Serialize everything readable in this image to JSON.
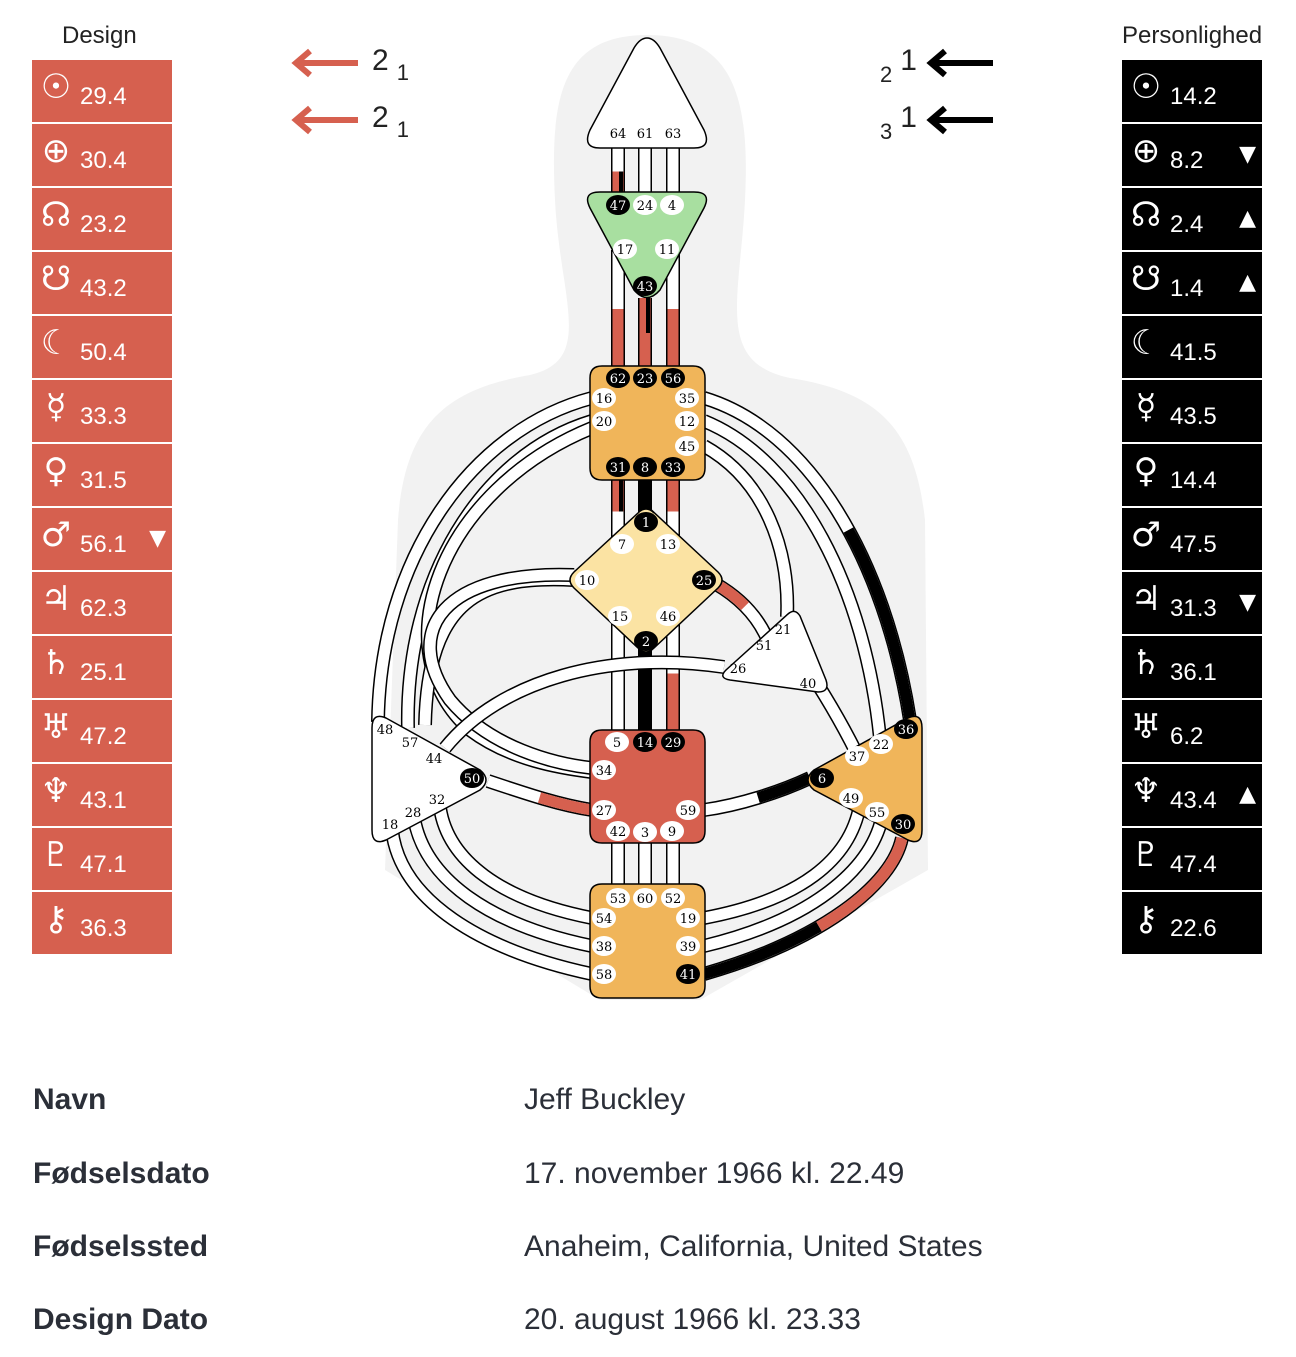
{
  "design": {
    "title": "Design",
    "color": "#d6604f",
    "rows": [
      {
        "planet": "sun-icon",
        "symbol": "☉",
        "value": "29.4",
        "mark": ""
      },
      {
        "planet": "earth-icon",
        "symbol": "⊕",
        "value": "30.4",
        "mark": ""
      },
      {
        "planet": "north-node-icon",
        "symbol": "☊",
        "value": "23.2",
        "mark": ""
      },
      {
        "planet": "south-node-icon",
        "symbol": "☋",
        "value": "43.2",
        "mark": ""
      },
      {
        "planet": "moon-icon",
        "symbol": "☾",
        "value": "50.4",
        "mark": ""
      },
      {
        "planet": "mercury-icon",
        "symbol": "☿",
        "value": "33.3",
        "mark": ""
      },
      {
        "planet": "venus-icon",
        "symbol": "♀",
        "value": "31.5",
        "mark": ""
      },
      {
        "planet": "mars-icon",
        "symbol": "♂",
        "value": "56.1",
        "mark": "▼"
      },
      {
        "planet": "jupiter-icon",
        "symbol": "♃",
        "value": "62.3",
        "mark": ""
      },
      {
        "planet": "saturn-icon",
        "symbol": "♄",
        "value": "25.1",
        "mark": ""
      },
      {
        "planet": "uranus-icon",
        "symbol": "♅",
        "value": "47.2",
        "mark": ""
      },
      {
        "planet": "neptune-icon",
        "symbol": "♆",
        "value": "43.1",
        "mark": ""
      },
      {
        "planet": "pluto-icon",
        "symbol": "♇",
        "value": "47.1",
        "mark": ""
      },
      {
        "planet": "chiron-icon",
        "symbol": "⚷",
        "value": "36.3",
        "mark": ""
      }
    ]
  },
  "personality": {
    "title": "Personlighed",
    "color": "#000000",
    "rows": [
      {
        "planet": "sun-icon",
        "symbol": "☉",
        "value": "14.2",
        "mark": ""
      },
      {
        "planet": "earth-icon",
        "symbol": "⊕",
        "value": "8.2",
        "mark": "▼"
      },
      {
        "planet": "north-node-icon",
        "symbol": "☊",
        "value": "2.4",
        "mark": "▲"
      },
      {
        "planet": "south-node-icon",
        "symbol": "☋",
        "value": "1.4",
        "mark": "▲"
      },
      {
        "planet": "moon-icon",
        "symbol": "☾",
        "value": "41.5",
        "mark": ""
      },
      {
        "planet": "mercury-icon",
        "symbol": "☿",
        "value": "43.5",
        "mark": ""
      },
      {
        "planet": "venus-icon",
        "symbol": "♀",
        "value": "14.4",
        "mark": ""
      },
      {
        "planet": "mars-icon",
        "symbol": "♂",
        "value": "47.5",
        "mark": ""
      },
      {
        "planet": "jupiter-icon",
        "symbol": "♃",
        "value": "31.3",
        "mark": "▼"
      },
      {
        "planet": "saturn-icon",
        "symbol": "♄",
        "value": "36.1",
        "mark": ""
      },
      {
        "planet": "uranus-icon",
        "symbol": "♅",
        "value": "6.2",
        "mark": ""
      },
      {
        "planet": "neptune-icon",
        "symbol": "♆",
        "value": "43.4",
        "mark": "▲"
      },
      {
        "planet": "pluto-icon",
        "symbol": "♇",
        "value": "47.4",
        "mark": ""
      },
      {
        "planet": "chiron-icon",
        "symbol": "⚷",
        "value": "22.6",
        "mark": ""
      }
    ]
  },
  "arrows": {
    "design_top": {
      "big": "2",
      "small": "1"
    },
    "design_bottom": {
      "big": "2",
      "small": "1"
    },
    "pers_top": {
      "small": "2",
      "big": "1"
    },
    "pers_bottom": {
      "small": "3",
      "big": "1"
    }
  },
  "colors": {
    "design": "#d6604f",
    "personality": "#000000",
    "body": "#f2f2f2",
    "orange": "#f0b55a",
    "green": "#a8dfa0",
    "g": "#fbe3a3",
    "sacral": "#d6604f",
    "white": "#ffffff"
  },
  "centers": [
    {
      "id": "head",
      "fill": "white",
      "defined": false,
      "gates": [
        [
          64,
          0
        ],
        [
          61,
          0
        ],
        [
          63,
          0
        ]
      ]
    },
    {
      "id": "ajna",
      "fill": "green",
      "defined": true,
      "gates": [
        [
          47,
          1
        ],
        [
          24,
          0
        ],
        [
          4,
          0
        ],
        [
          17,
          0
        ],
        [
          11,
          0
        ],
        [
          43,
          1
        ]
      ]
    },
    {
      "id": "throat",
      "fill": "orange",
      "defined": true,
      "gates": [
        [
          62,
          1
        ],
        [
          23,
          1
        ],
        [
          56,
          1
        ],
        [
          16,
          0
        ],
        [
          20,
          0
        ],
        [
          35,
          0
        ],
        [
          12,
          0
        ],
        [
          45,
          0
        ],
        [
          31,
          1
        ],
        [
          8,
          1
        ],
        [
          33,
          1
        ]
      ]
    },
    {
      "id": "g",
      "fill": "g",
      "defined": true,
      "gates": [
        [
          1,
          1
        ],
        [
          7,
          0
        ],
        [
          13,
          0
        ],
        [
          10,
          0
        ],
        [
          25,
          1
        ],
        [
          15,
          0
        ],
        [
          46,
          0
        ],
        [
          2,
          1
        ]
      ]
    },
    {
      "id": "ego",
      "fill": "white",
      "defined": false,
      "gates": [
        [
          21,
          0
        ],
        [
          51,
          0
        ],
        [
          26,
          0
        ],
        [
          40,
          0
        ]
      ]
    },
    {
      "id": "sacral",
      "fill": "sacral",
      "defined": true,
      "gates": [
        [
          5,
          0
        ],
        [
          14,
          1
        ],
        [
          29,
          1
        ],
        [
          34,
          0
        ],
        [
          27,
          0
        ],
        [
          59,
          0
        ],
        [
          42,
          0
        ],
        [
          3,
          0
        ],
        [
          9,
          0
        ]
      ]
    },
    {
      "id": "spleen",
      "fill": "white",
      "defined": false,
      "gates": [
        [
          48,
          0
        ],
        [
          57,
          0
        ],
        [
          44,
          0
        ],
        [
          50,
          1
        ],
        [
          32,
          0
        ],
        [
          28,
          0
        ],
        [
          18,
          0
        ]
      ]
    },
    {
      "id": "solar",
      "fill": "orange",
      "defined": true,
      "gates": [
        [
          36,
          1
        ],
        [
          22,
          0
        ],
        [
          37,
          0
        ],
        [
          6,
          1
        ],
        [
          49,
          0
        ],
        [
          55,
          0
        ],
        [
          30,
          1
        ]
      ]
    },
    {
      "id": "root",
      "fill": "orange",
      "defined": true,
      "gates": [
        [
          53,
          0
        ],
        [
          60,
          0
        ],
        [
          52,
          0
        ],
        [
          54,
          0
        ],
        [
          38,
          0
        ],
        [
          58,
          0
        ],
        [
          19,
          0
        ],
        [
          39,
          0
        ],
        [
          41,
          1
        ]
      ]
    }
  ],
  "channels": [
    {
      "id": "64-47",
      "end": "both"
    },
    {
      "id": "61-24"
    },
    {
      "id": "63-4"
    },
    {
      "id": "17-62",
      "end": "design"
    },
    {
      "id": "43-23",
      "start": "both",
      "end": "design"
    },
    {
      "id": "11-56",
      "end": "design"
    },
    {
      "id": "31-7",
      "start": "both"
    },
    {
      "id": "8-1",
      "start": "personality",
      "end": "personality"
    },
    {
      "id": "33-13",
      "start": "design"
    },
    {
      "id": "15-5"
    },
    {
      "id": "2-14",
      "start": "personality",
      "end": "personality"
    },
    {
      "id": "46-29",
      "end": "design"
    },
    {
      "id": "42-53"
    },
    {
      "id": "3-60"
    },
    {
      "id": "9-52"
    },
    {
      "id": "16-48"
    },
    {
      "id": "20-57"
    },
    {
      "id": "20-34"
    },
    {
      "id": "10-57"
    },
    {
      "id": "10-34"
    },
    {
      "id": "26-44"
    },
    {
      "id": "27-50",
      "end": "design"
    },
    {
      "id": "54-32"
    },
    {
      "id": "38-28"
    },
    {
      "id": "58-18"
    },
    {
      "id": "35-36",
      "end": "personality"
    },
    {
      "id": "12-22"
    },
    {
      "id": "45-21"
    },
    {
      "id": "25-51",
      "start": "design"
    },
    {
      "id": "40-37"
    },
    {
      "id": "59-6",
      "end": "personality"
    },
    {
      "id": "19-49"
    },
    {
      "id": "39-55"
    },
    {
      "id": "41-30",
      "start": "personality",
      "end": "design"
    }
  ],
  "info": [
    {
      "label": "Navn",
      "value": "Jeff Buckley"
    },
    {
      "label": "Fødselsdato",
      "value": "17. november 1966 kl. 22.49"
    },
    {
      "label": "Fødselssted",
      "value": "Anaheim, California, United States"
    },
    {
      "label": "Design Dato",
      "value": "20. august 1966 kl. 23.33"
    }
  ]
}
